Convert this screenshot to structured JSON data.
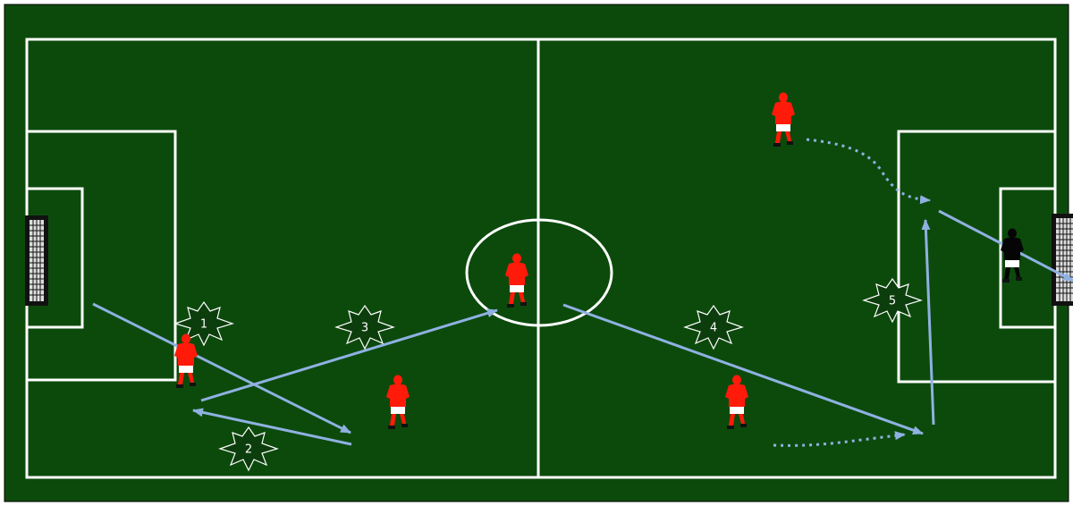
{
  "colors": {
    "pitch": "#0c4a0c",
    "lines": "#ffffff",
    "pass_arrows": "#8fb1e1",
    "attacking_team_shirt": "#ff1a0a",
    "goalkeeper_shirt": "#000000"
  },
  "steps": [
    {
      "label": "1"
    },
    {
      "label": "2"
    },
    {
      "label": "3"
    },
    {
      "label": "4"
    },
    {
      "label": "5"
    }
  ],
  "players": [
    {
      "team": "attack",
      "icon": "player-red-icon"
    },
    {
      "team": "attack",
      "icon": "player-red-icon"
    },
    {
      "team": "attack",
      "icon": "player-red-icon"
    },
    {
      "team": "attack",
      "icon": "player-red-icon"
    },
    {
      "team": "attack",
      "icon": "player-red-icon"
    },
    {
      "team": "goalkeeper",
      "icon": "goalkeeper-black-icon"
    }
  ]
}
